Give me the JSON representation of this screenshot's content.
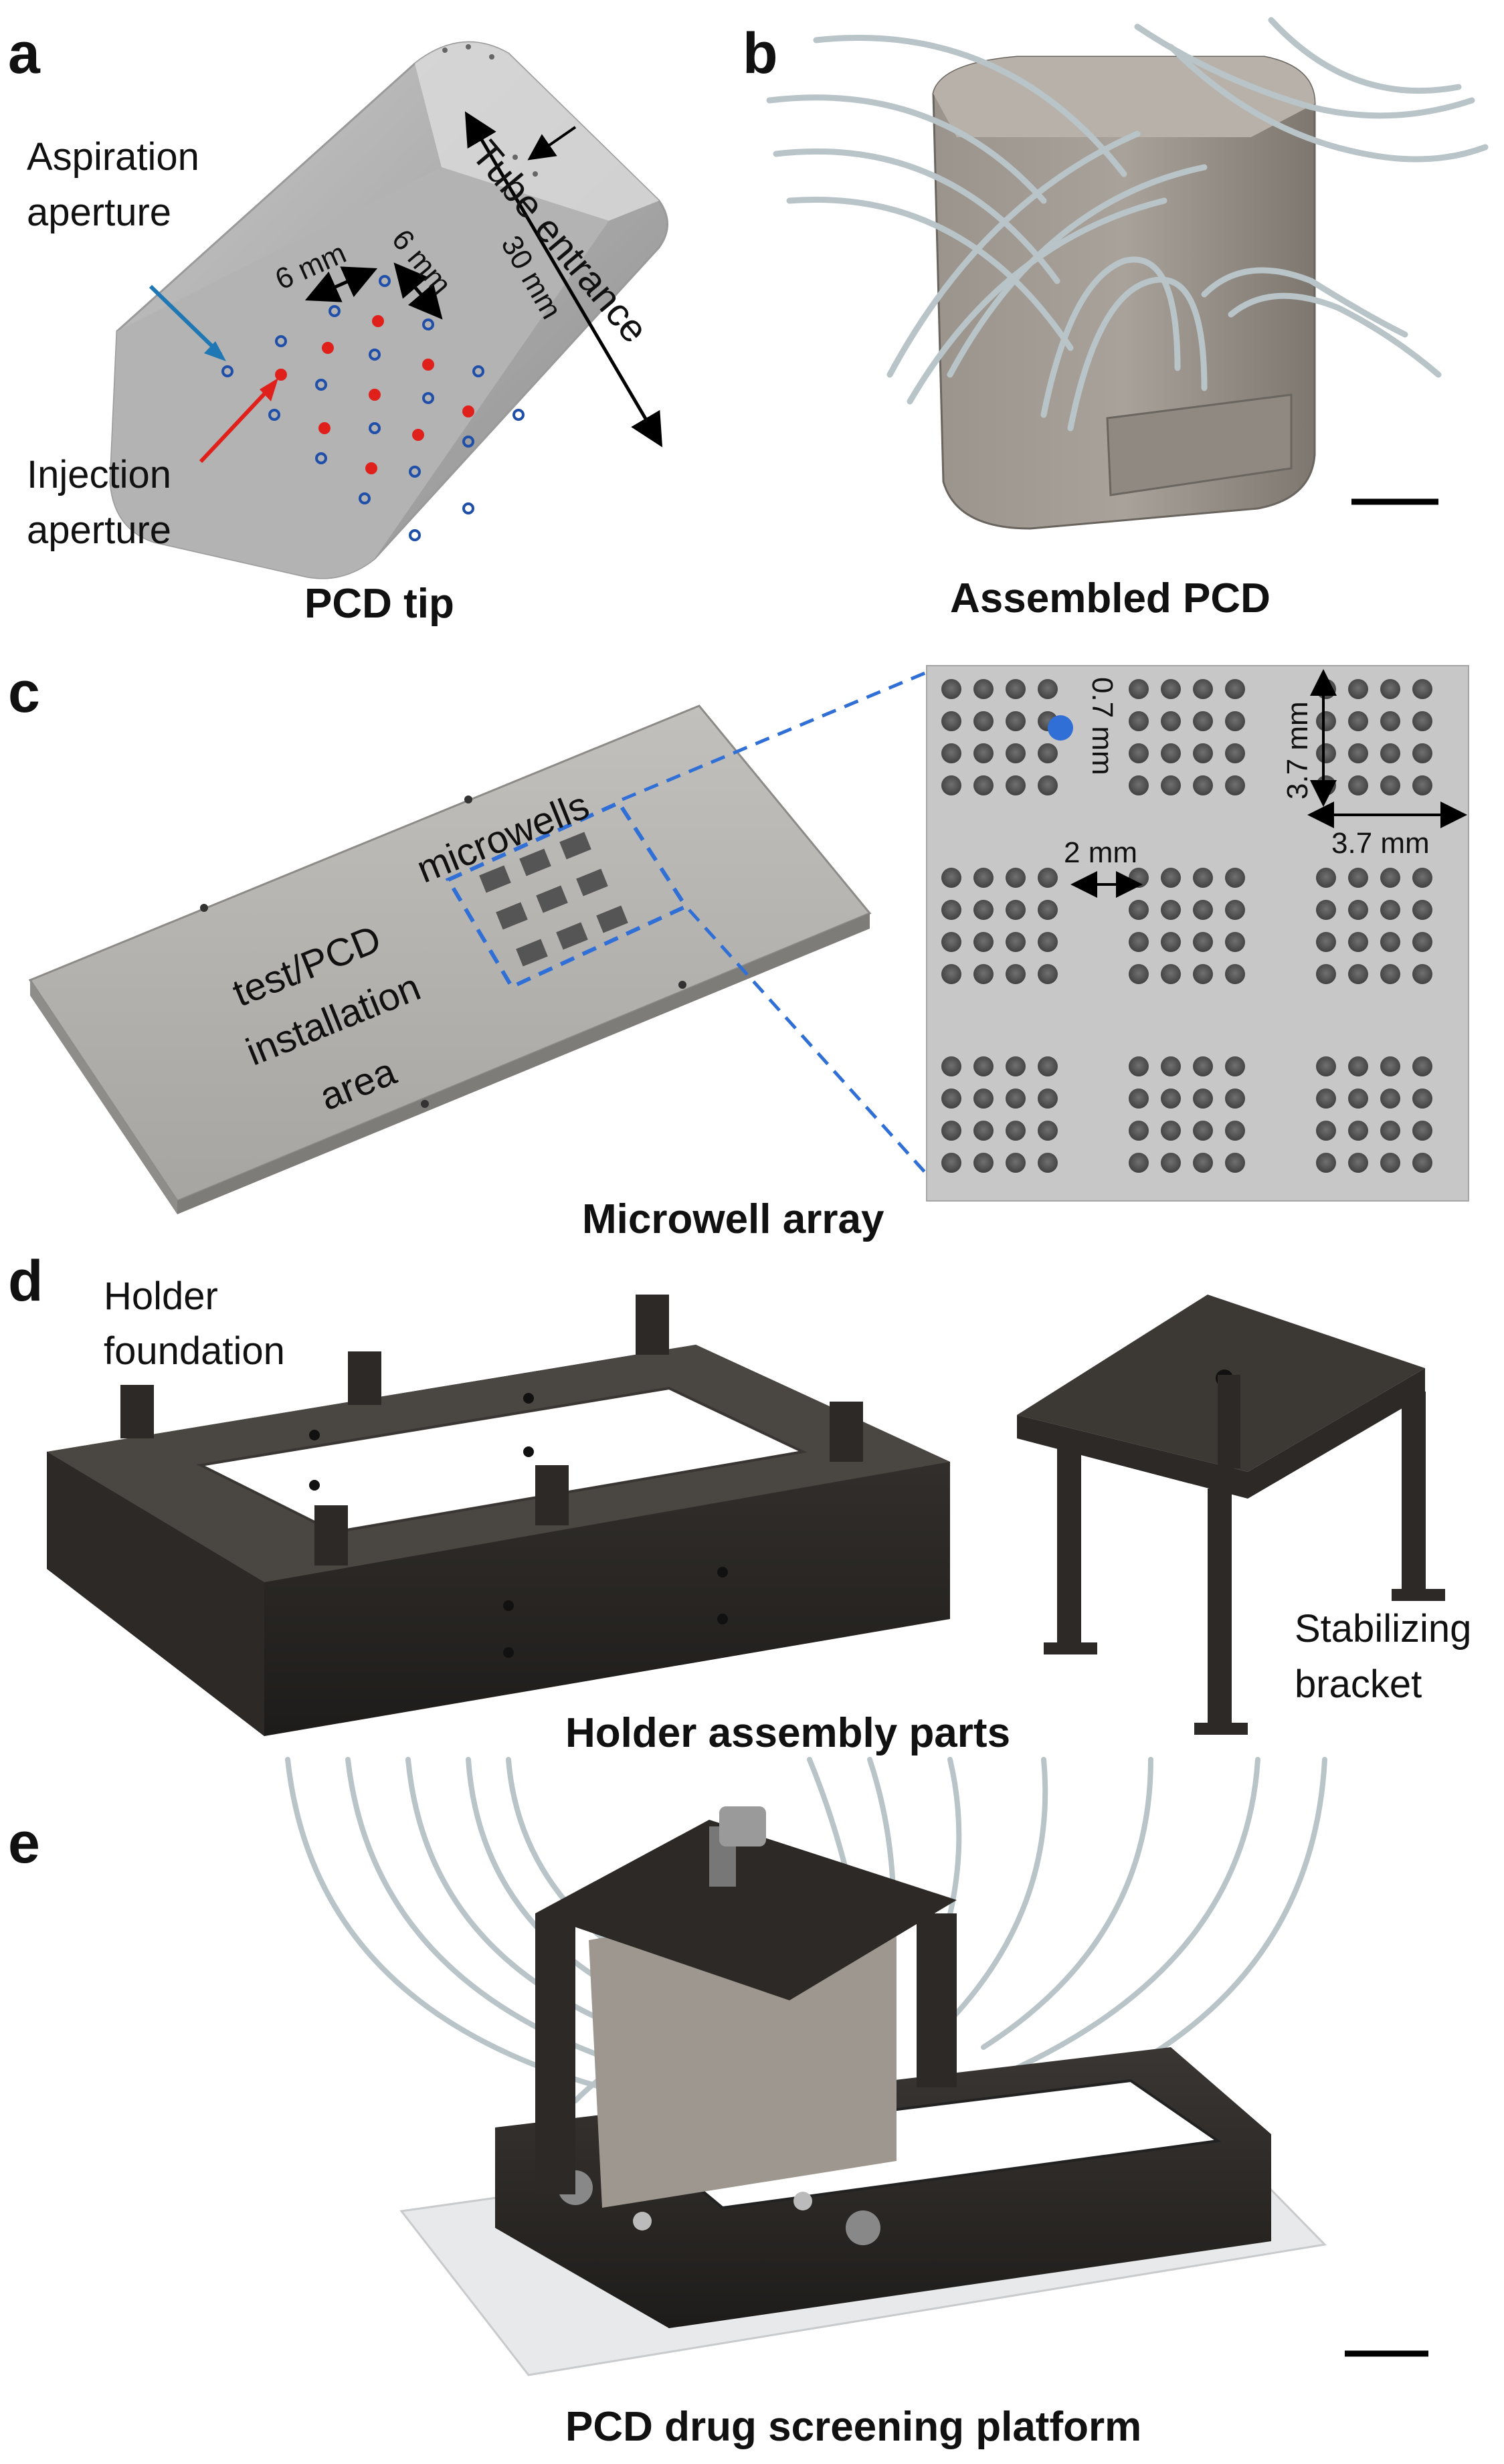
{
  "panels": {
    "a": {
      "letter": "a",
      "caption": "PCD tip",
      "aspiration_label": [
        "Aspiration",
        "aperture"
      ],
      "injection_label": [
        "Injection",
        "aperture"
      ],
      "tube_entrance": "Tube entrance",
      "dim_30": "30 mm",
      "dim_6a": "6 mm",
      "dim_6b": "6 mm",
      "aspiration_color": "#1f77b4",
      "injection_color": "#e0201b"
    },
    "b": {
      "letter": "b",
      "caption": "Assembled PCD"
    },
    "c": {
      "letter": "c",
      "microwells": "microwells",
      "install_area": [
        "test/PCD",
        "installation",
        "area"
      ],
      "caption": "Microwell array",
      "dim_07": "0.7 mm",
      "dim_37v": "3.7 mm",
      "dim_37h": "3.7 mm",
      "dim_2": "2 mm",
      "highlight_color": "#2f6fd6"
    },
    "d": {
      "letter": "d",
      "holder_foundation": [
        "Holder",
        "foundation"
      ],
      "stabilizing_bracket": [
        "Stabilizing",
        "bracket"
      ],
      "caption": "Holder assembly parts"
    },
    "e": {
      "letter": "e",
      "caption": "PCD drug screening platform"
    }
  }
}
